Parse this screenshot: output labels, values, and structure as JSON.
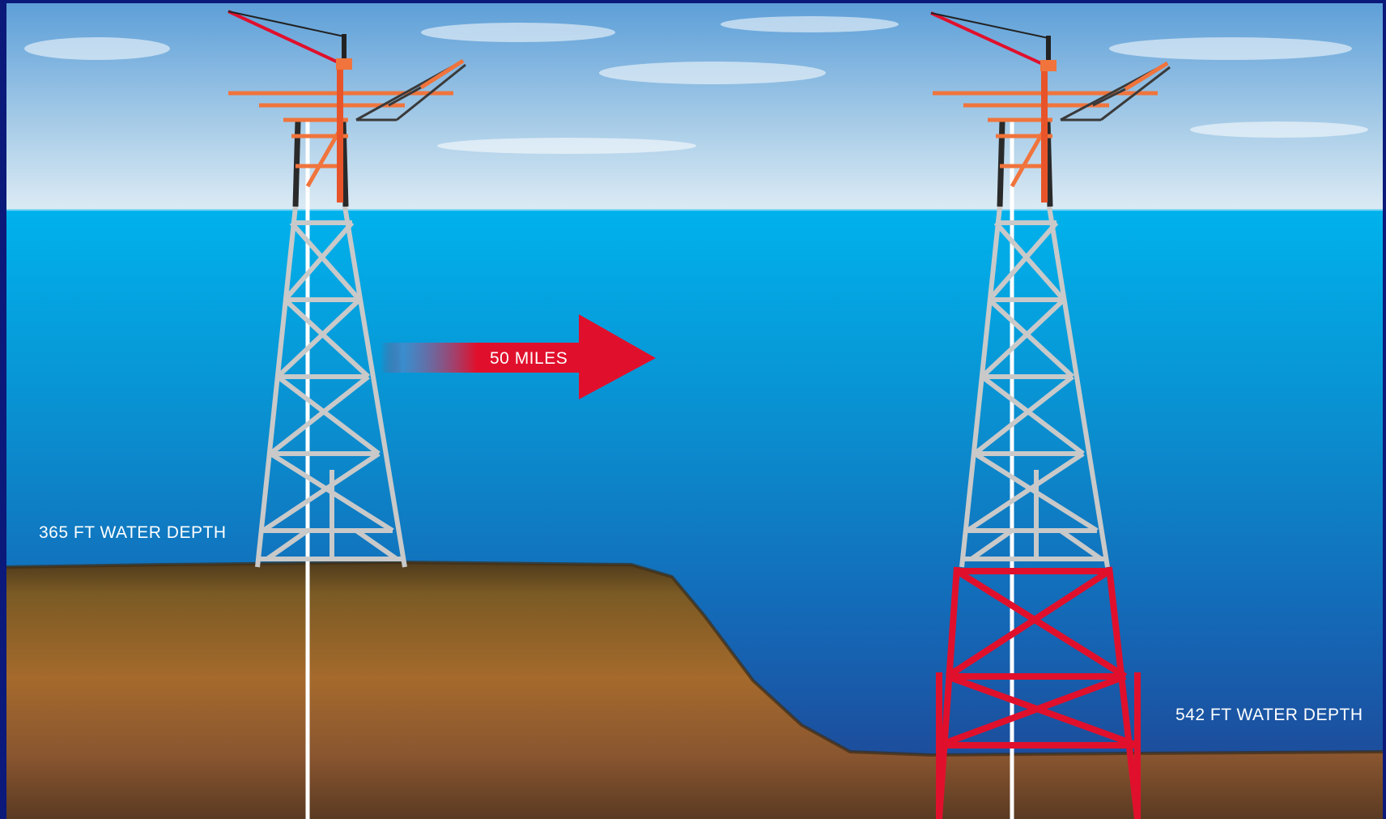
{
  "labels": {
    "left_depth": "365 FT WATER DEPTH",
    "right_depth": "542 FT WATER DEPTH",
    "distance": "50 MILES"
  },
  "colors": {
    "frame": "#0b1a7a",
    "sky_top": "#6aa7dc",
    "sky_bottom": "#d7e8f3",
    "sea_top": "#00aeea",
    "sea_bottom": "#1c3f93",
    "seabed": "#8a5a2a",
    "platform_steel": "#c8c8c8",
    "topside_orange": "#f0743c",
    "extension_red": "#e0102c",
    "arrow_red": "#e0102c"
  }
}
